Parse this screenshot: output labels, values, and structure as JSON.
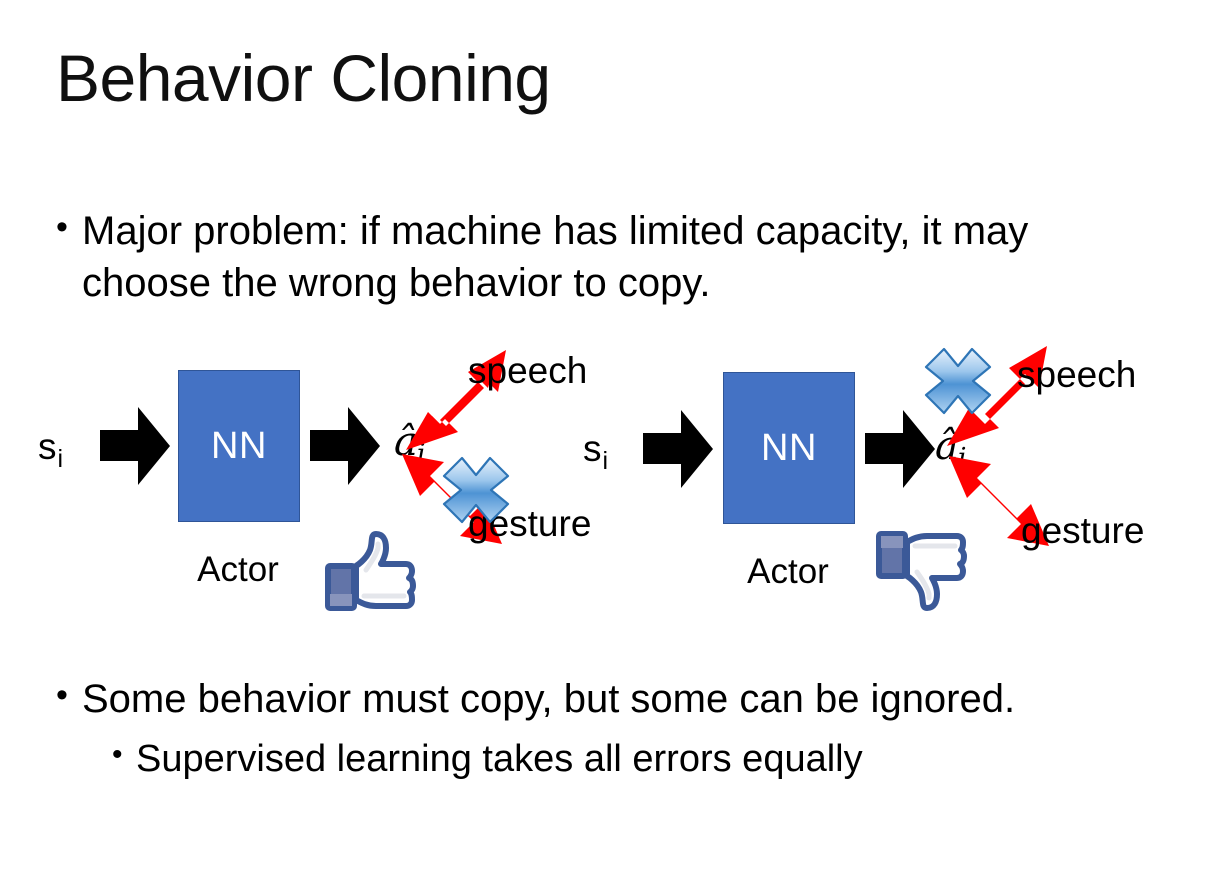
{
  "slide": {
    "title": "Behavior Cloning",
    "background_color": "#FFFFFF"
  },
  "bullets": {
    "top": "Major problem: if machine has limited capacity, it may choose the wrong behavior to copy.",
    "bottom_level1": "Some behavior must copy, but some can be ignored.",
    "bottom_level2": "Supervised learning takes all errors equally",
    "marker": "•"
  },
  "colors": {
    "nn_box_fill": "#4472C4",
    "nn_box_stroke": "#2F5597",
    "arrow_black": "#000000",
    "arrow_red": "#FF0000",
    "x_blue_light": "#CFE3F7",
    "x_blue_mid": "#6FA8DC",
    "x_blue_dark": "#2E75B6",
    "thumb_blue": "#3B5998",
    "thumb_cuff": "#6274A8",
    "text_black": "#000000"
  },
  "diagrams": [
    {
      "id": "left",
      "input_label": "s",
      "input_subscript": "i",
      "nn_label": "NN",
      "nn_caption": "Actor",
      "output_label": "â",
      "output_subscript": "i",
      "branches": [
        {
          "name": "speech",
          "label": "speech",
          "direction": "up",
          "crossed_out": false
        },
        {
          "name": "gesture",
          "label": "gesture",
          "direction": "down",
          "crossed_out": true
        }
      ],
      "feedback_icon": "thumbs-up",
      "feedback_sentiment": "positive"
    },
    {
      "id": "right",
      "input_label": "s",
      "input_subscript": "i",
      "nn_label": "NN",
      "nn_caption": "Actor",
      "output_label": "â",
      "output_subscript": "i",
      "branches": [
        {
          "name": "speech",
          "label": "speech",
          "direction": "up",
          "crossed_out": true
        },
        {
          "name": "gesture",
          "label": "gesture",
          "direction": "down",
          "crossed_out": false
        }
      ],
      "feedback_icon": "thumbs-down",
      "feedback_sentiment": "negative"
    }
  ]
}
